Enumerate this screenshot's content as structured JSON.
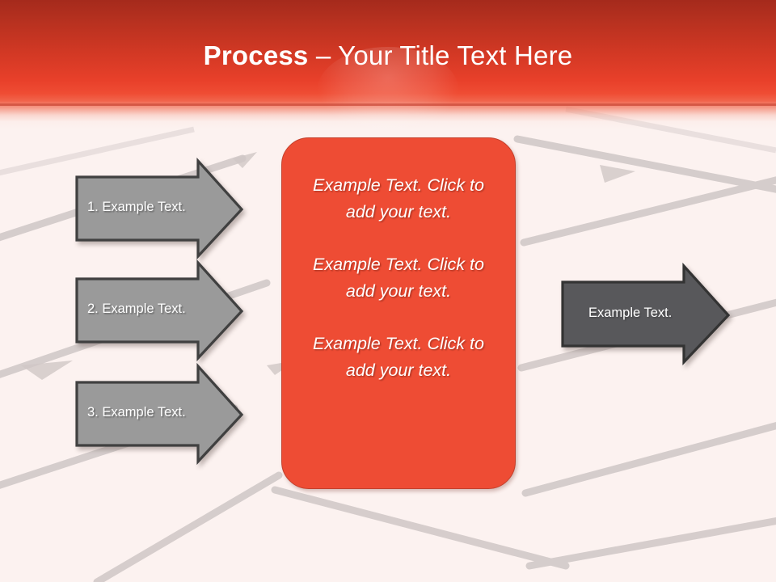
{
  "slide": {
    "title_bold": "Process",
    "title_rest": " – Your Title Text Here",
    "background_color": "#FCF2F0",
    "header_top_color": "#A52A1C",
    "header_mid_color": "#E8402A"
  },
  "center_box": {
    "fill_color": "#EE4C34",
    "border_color": "#C3402C",
    "paragraphs": [
      "Example Text. Click  to add your text.",
      "Example Text. Click  to add your text.",
      "Example Text. Click  to add your text."
    ]
  },
  "input_arrows": {
    "fill_color": "#9A9A9A",
    "border_color": "#404040",
    "items": [
      {
        "label": "1. Example Text."
      },
      {
        "label": "2. Example Text."
      },
      {
        "label": "3. Example Text."
      }
    ]
  },
  "output_arrow": {
    "fill_color": "#58585B",
    "border_color": "#333333",
    "label": "Example Text."
  }
}
